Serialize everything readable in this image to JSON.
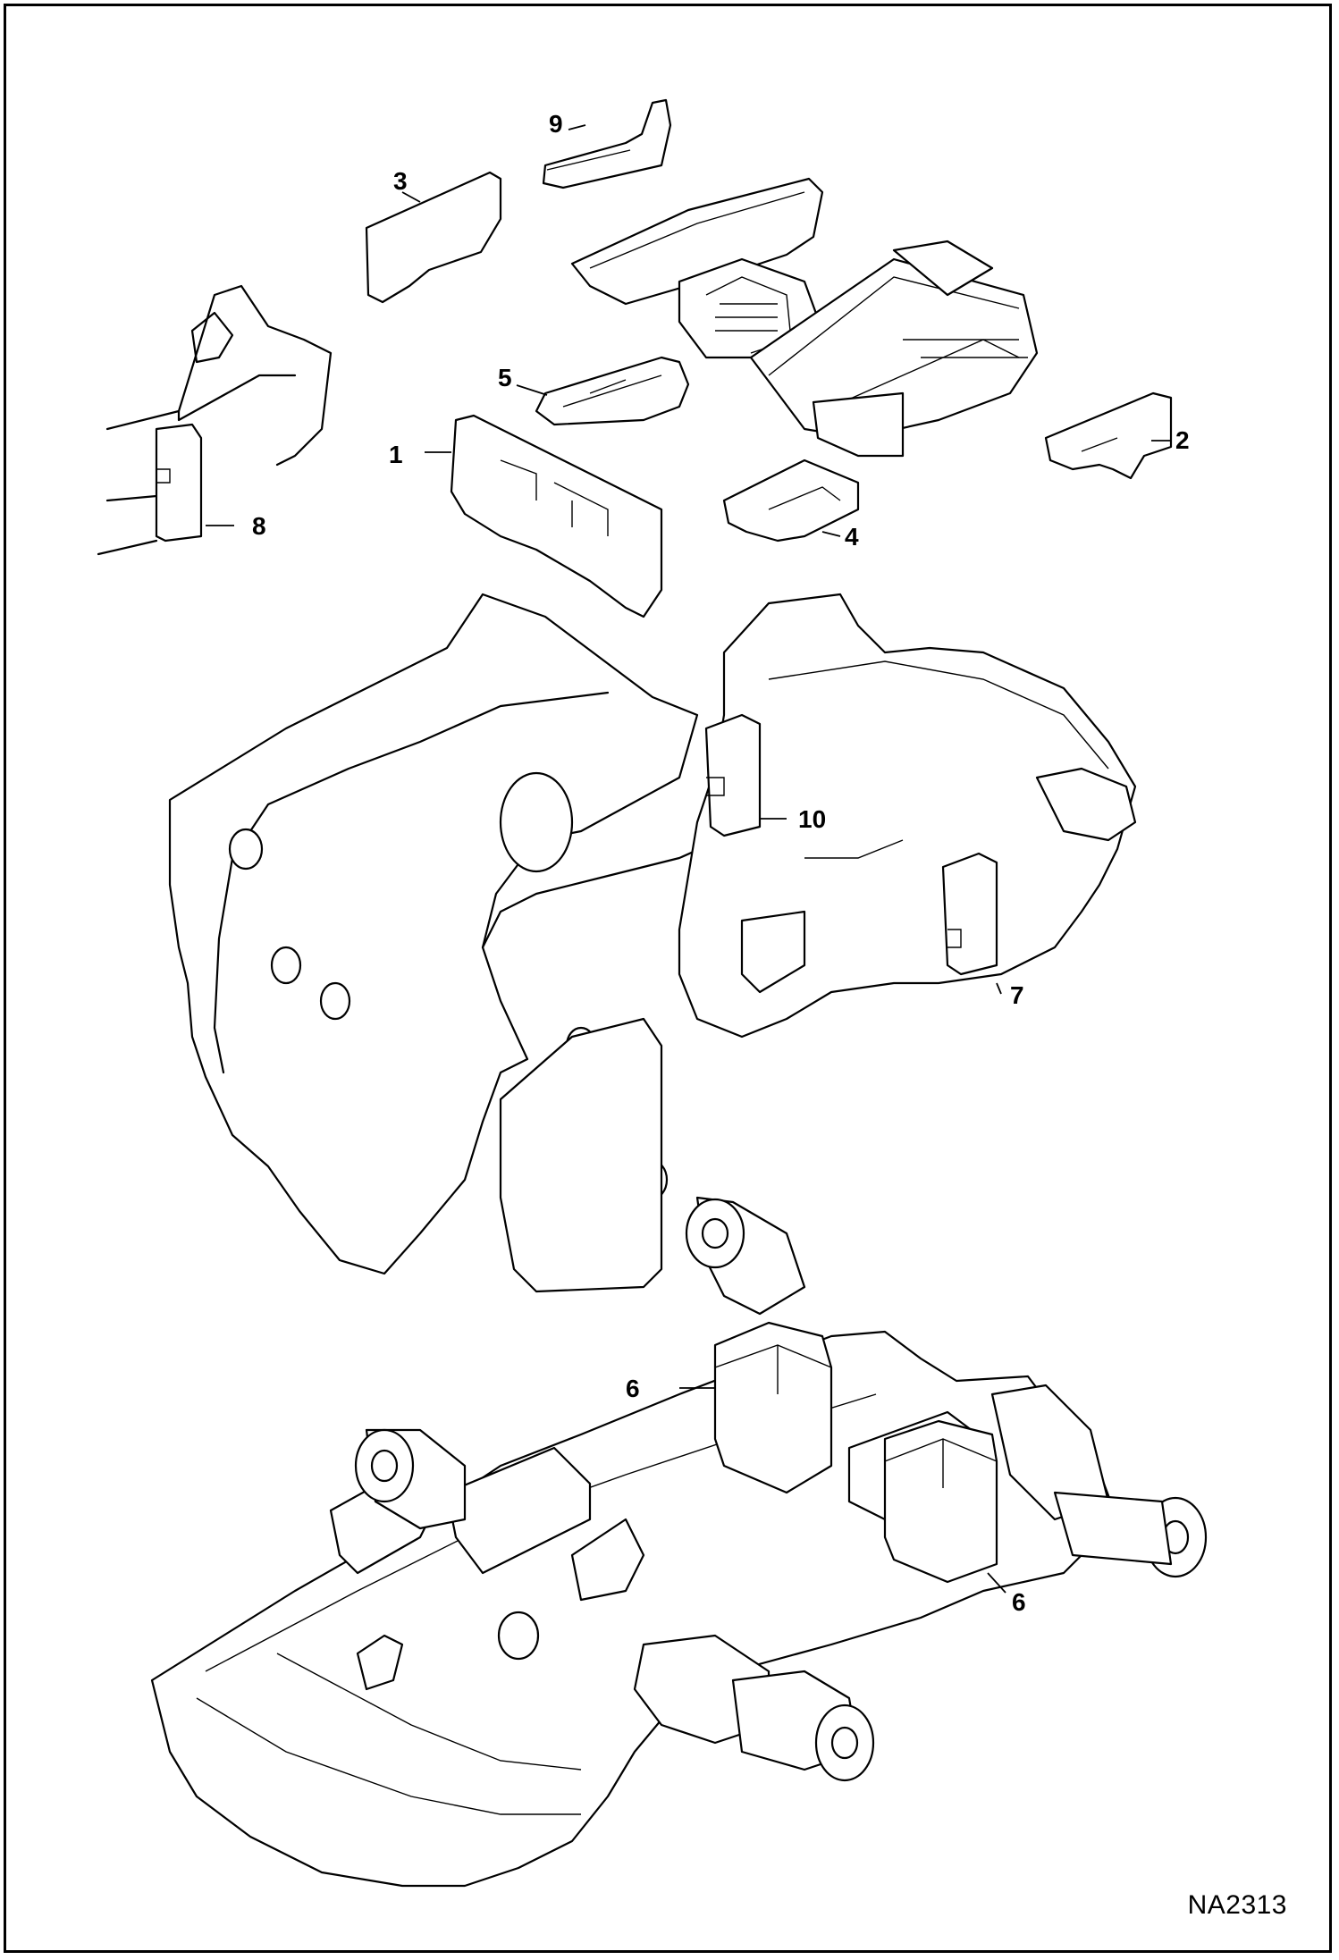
{
  "drawing_id": "NA2313",
  "callouts": [
    {
      "label": "1"
    },
    {
      "label": "2"
    },
    {
      "label": "3"
    },
    {
      "label": "4"
    },
    {
      "label": "5"
    },
    {
      "label": "6"
    },
    {
      "label": "6"
    },
    {
      "label": "7"
    },
    {
      "label": "8"
    },
    {
      "label": "9"
    },
    {
      "label": "10"
    }
  ]
}
